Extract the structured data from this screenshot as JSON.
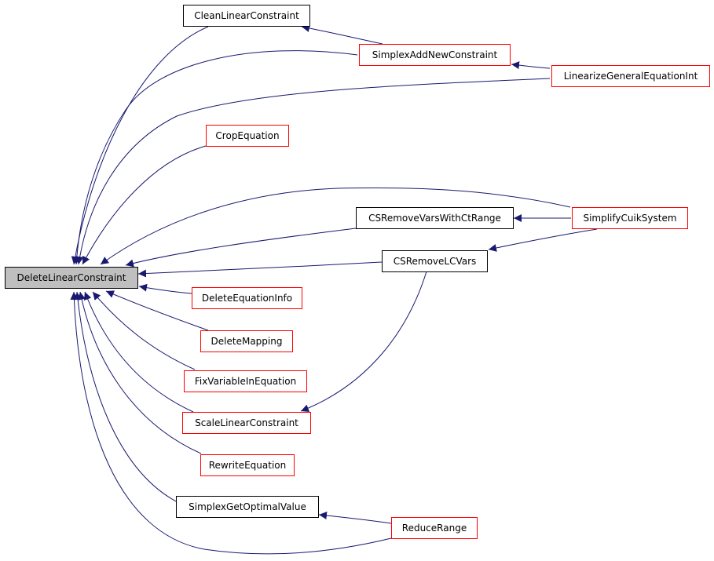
{
  "colors": {
    "edge": "#191970",
    "highlight_fill": "#bfbfbf",
    "red_border": "#ff0000",
    "black_border": "#000000"
  },
  "nodes": {
    "root": {
      "label": "DeleteLinearConstraint",
      "style": "gray"
    },
    "clean": {
      "label": "CleanLinearConstraint",
      "style": "black"
    },
    "simplexadd": {
      "label": "SimplexAddNewConstraint",
      "style": "red"
    },
    "linearize": {
      "label": "LinearizeGeneralEquationInt",
      "style": "red"
    },
    "crop": {
      "label": "CropEquation",
      "style": "red"
    },
    "csremovevars": {
      "label": "CSRemoveVarsWithCtRange",
      "style": "black"
    },
    "simplify": {
      "label": "SimplifyCuikSystem",
      "style": "red"
    },
    "csremovelc": {
      "label": "CSRemoveLCVars",
      "style": "black"
    },
    "deleqinfo": {
      "label": "DeleteEquationInfo",
      "style": "red"
    },
    "delmapping": {
      "label": "DeleteMapping",
      "style": "red"
    },
    "fixvar": {
      "label": "FixVariableInEquation",
      "style": "red"
    },
    "scale": {
      "label": "ScaleLinearConstraint",
      "style": "red"
    },
    "rewrite": {
      "label": "RewriteEquation",
      "style": "red"
    },
    "simplexget": {
      "label": "SimplexGetOptimalValue",
      "style": "black"
    },
    "reduce": {
      "label": "ReduceRange",
      "style": "red"
    }
  },
  "edges": [
    {
      "from": "clean",
      "to": "root"
    },
    {
      "from": "simplexadd",
      "to": "root"
    },
    {
      "from": "linearize",
      "to": "root"
    },
    {
      "from": "crop",
      "to": "root"
    },
    {
      "from": "simplify",
      "to": "root"
    },
    {
      "from": "csremovevars",
      "to": "root"
    },
    {
      "from": "csremovelc",
      "to": "root"
    },
    {
      "from": "deleqinfo",
      "to": "root"
    },
    {
      "from": "delmapping",
      "to": "root"
    },
    {
      "from": "fixvar",
      "to": "root"
    },
    {
      "from": "scale",
      "to": "root"
    },
    {
      "from": "rewrite",
      "to": "root"
    },
    {
      "from": "simplexget",
      "to": "root"
    },
    {
      "from": "reduce",
      "to": "root"
    },
    {
      "from": "simplexadd",
      "to": "clean"
    },
    {
      "from": "linearize",
      "to": "simplexadd"
    },
    {
      "from": "simplify",
      "to": "csremovevars"
    },
    {
      "from": "simplify",
      "to": "csremovelc"
    },
    {
      "from": "csremovelc",
      "to": "scale"
    },
    {
      "from": "reduce",
      "to": "simplexget"
    }
  ]
}
